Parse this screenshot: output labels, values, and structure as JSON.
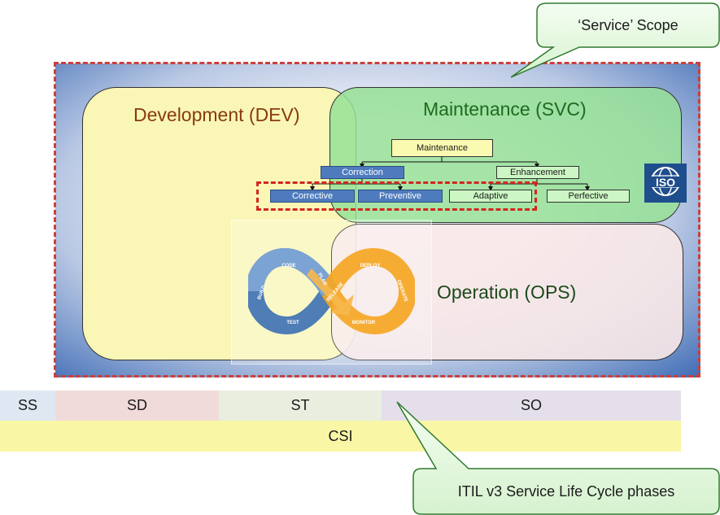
{
  "regions": {
    "dev": "Development (DEV)",
    "svc": "Maintenance (SVC)",
    "ops": "Operation (OPS)"
  },
  "taxonomy": {
    "root": "Maintenance",
    "correction": "Correction",
    "enhancement": "Enhancement",
    "corrective": "Corrective",
    "preventive": "Preventive",
    "adaptive": "Adaptive",
    "perfective": "Perfective"
  },
  "iso_logo": {
    "text": "ISO"
  },
  "devops_loop": {
    "stages": [
      "CODE",
      "BUILD",
      "TEST",
      "PLAN",
      "RELEASE",
      "DEPLOY",
      "OPERATE",
      "MONITOR"
    ]
  },
  "phases": {
    "ss": "SS",
    "sd": "SD",
    "st": "ST",
    "so": "SO",
    "csi": "CSI"
  },
  "callouts": {
    "scope": "‘Service’ Scope",
    "itil": "ITIL v3 Service Life Cycle phases"
  },
  "colors": {
    "scope_border": "#c9403c",
    "focus_border": "#d3261f",
    "dev_fill": "#f9f6b6",
    "svc_fill": "#96e096",
    "ops_fill": "#f8e8e8",
    "node_blue": "#4e7bbd",
    "node_green": "#ccf6c4",
    "loop_blue": "#3c6fb4",
    "loop_orange": "#f5a623",
    "callout_fill": "#e4f8e0",
    "callout_border": "#2f7a2f"
  }
}
